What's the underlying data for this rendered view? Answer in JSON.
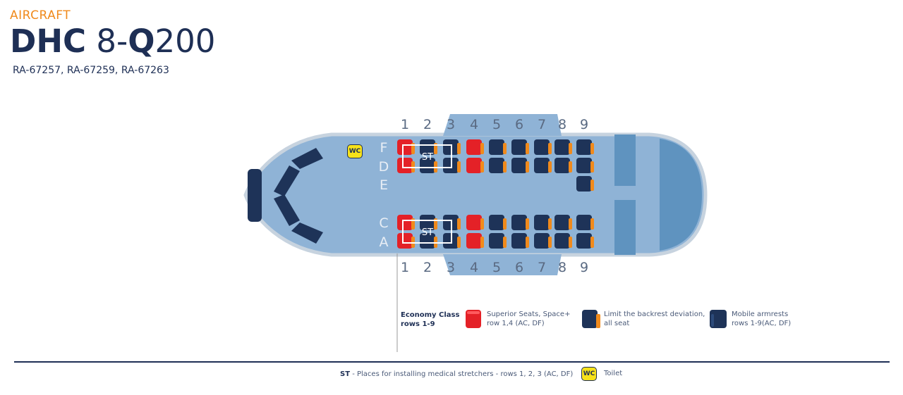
{
  "header": {
    "kicker": "AIRCRAFT",
    "model_bold_1": "DHC",
    "model_light_1": " 8-",
    "model_bold_2": "Q",
    "model_light_2": "200",
    "registrations": "RA-67257, RA-67259, RA-67263"
  },
  "colors": {
    "navy": "#1e2f55",
    "accent_orange": "#f08a1c",
    "fuselage": "#8fb3d6",
    "fuselage_dark": "#5f93bf",
    "seat_red": "#e42127",
    "seat_navy": "#1e3358",
    "armrest_orange": "#f08a1c",
    "wc_yellow": "#f7e21a"
  },
  "seat_map": {
    "row_numbers": [
      "1",
      "2",
      "3",
      "4",
      "5",
      "6",
      "7",
      "8",
      "9"
    ],
    "letters_top": [
      "F",
      "D",
      "E"
    ],
    "letters_bottom": [
      "C",
      "A"
    ],
    "stretcher_label": "ST",
    "wc_label": "WC",
    "superior_rows": [
      1,
      4
    ]
  },
  "legend": {
    "class_title": "Economy Class",
    "class_rows": "rows 1-9",
    "superior_line1": "Superior Seats, Space+",
    "superior_line2": "row 1,4 (AC, DF)",
    "limit_line1": "Limit the backrest deviation,",
    "limit_line2": "all seat",
    "mobile_line1": "Mobile armrests",
    "mobile_line2": "rows 1-9(AC, DF)"
  },
  "footer": {
    "st_code": "ST",
    "st_text": " - Places for installing medical stretchers - rows 1, 2, 3 (AC, DF)",
    "wc_label": "WC",
    "toilet_text": "Toilet"
  }
}
